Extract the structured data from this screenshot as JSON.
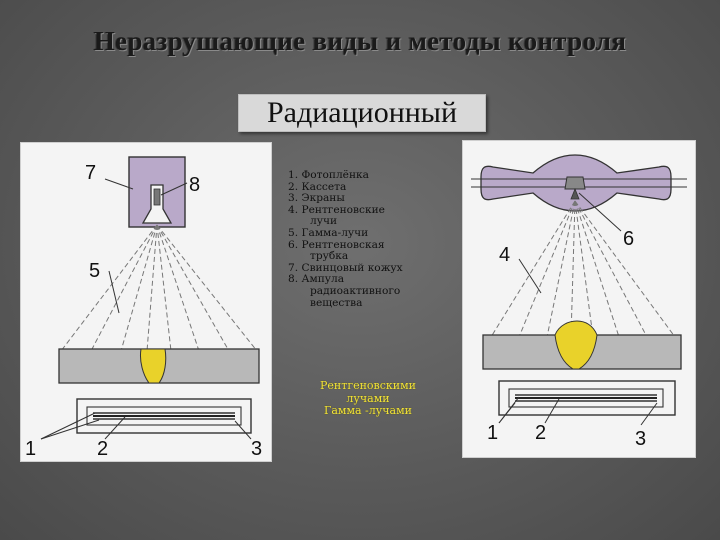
{
  "title": "Неразрушающие виды и методы контроля",
  "subtitle": "Радиационный",
  "legend": [
    {
      "num": "1.",
      "text": "Фотоплёнка",
      "cont": ""
    },
    {
      "num": "2.",
      "text": "Кассета",
      "cont": ""
    },
    {
      "num": "3.",
      "text": "Экраны",
      "cont": ""
    },
    {
      "num": "4.",
      "text": "Рентгеновские",
      "cont": "лучи"
    },
    {
      "num": "5.",
      "text": "Гамма-лучи",
      "cont": ""
    },
    {
      "num": "6.",
      "text": "Рентгеновская",
      "cont": "трубка"
    },
    {
      "num": "7.",
      "text": "Свинцовый кожух",
      "cont": ""
    },
    {
      "num": "8.",
      "text": "Ампула",
      "cont": "радиоактивного вещества"
    }
  ],
  "methods": [
    "Рентгеновскими",
    "лучами",
    "Гамма -лучами"
  ],
  "left_diagram": {
    "labels": {
      "l7": "7",
      "l8": "8",
      "l5": "5",
      "l1": "1",
      "l2": "2",
      "l3": "3"
    }
  },
  "right_diagram": {
    "labels": {
      "l4": "4",
      "l6": "6",
      "l1": "1",
      "l2": "2",
      "l3": "3"
    }
  },
  "colors": {
    "weld": "#e9d22a",
    "metal": "#b8b8b8",
    "housing": "#b9a9c9",
    "methods_text": "#f2e23c"
  }
}
